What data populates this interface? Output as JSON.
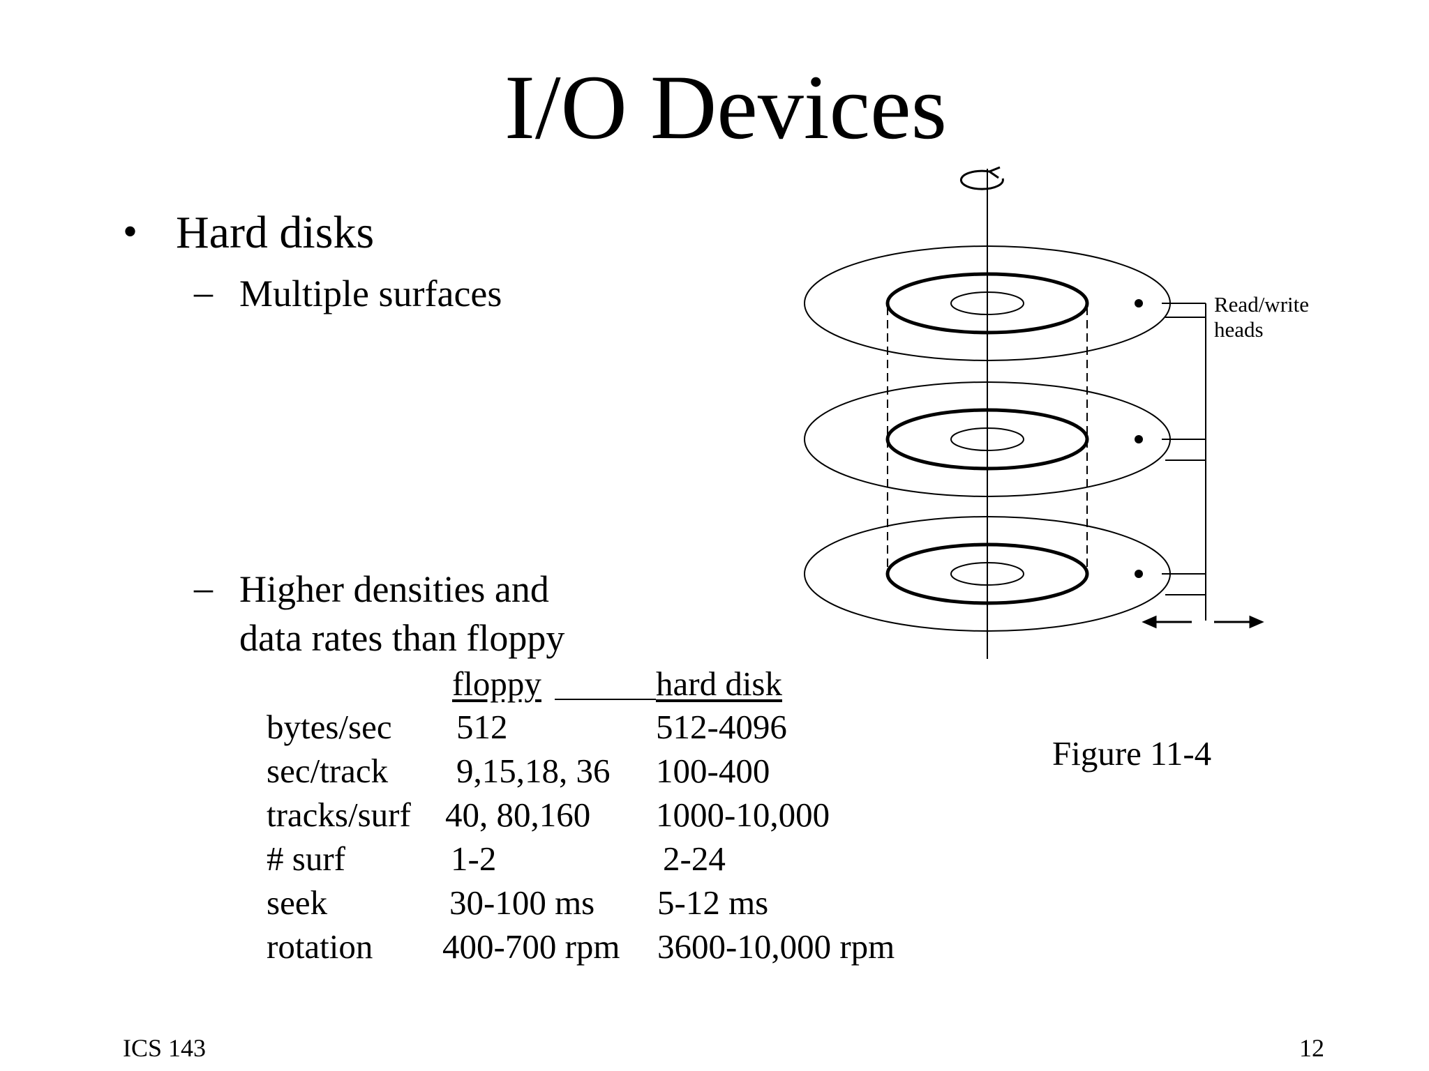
{
  "slide": {
    "title": "I/O Devices",
    "bullet": "Hard disks",
    "sub1": "Multiple surfaces",
    "sub2_line1": "Higher densities and",
    "sub2_line2": "data rates than floppy"
  },
  "table": {
    "headers": [
      "floppy",
      "hard disk"
    ],
    "rows": [
      {
        "label": "bytes/sec",
        "floppy": "512",
        "hard": "512-4096"
      },
      {
        "label": "sec/track",
        "floppy": "9,15,18, 36",
        "hard": "100-400"
      },
      {
        "label": "tracks/surf",
        "floppy": "40, 80,160",
        "hard": "1000-10,000"
      },
      {
        "label": "# surf",
        "floppy": "1-2",
        "hard": "2-24"
      },
      {
        "label": "seek",
        "floppy": "30-100 ms",
        "hard": "5-12 ms"
      },
      {
        "label": "rotation",
        "floppy": "400-700 rpm",
        "hard": "3600-10,000 rpm"
      }
    ]
  },
  "figure": {
    "heads_label_line1": "Read/write",
    "heads_label_line2": "heads",
    "caption": "Figure 11-4"
  },
  "footer": {
    "course": "ICS 143",
    "page": "12"
  }
}
